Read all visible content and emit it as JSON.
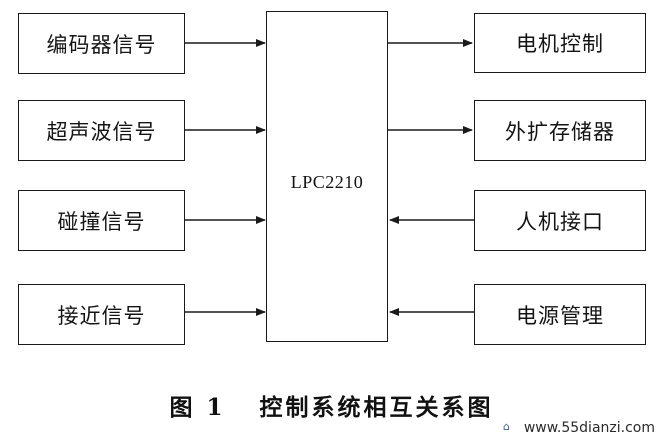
{
  "diagram": {
    "left_blocks": [
      "编码器信号",
      "超声波信号",
      "碰撞信号",
      "接近信号"
    ],
    "center_block": "LPC2210",
    "right_blocks": [
      "电机控制",
      "外扩存储器",
      "人机接口",
      "电源管理"
    ]
  },
  "caption": {
    "number": "图 1",
    "title": "控制系统相互关系图"
  },
  "watermark": {
    "text": "www.55dianzi.com",
    "logo": "icon-logo"
  }
}
